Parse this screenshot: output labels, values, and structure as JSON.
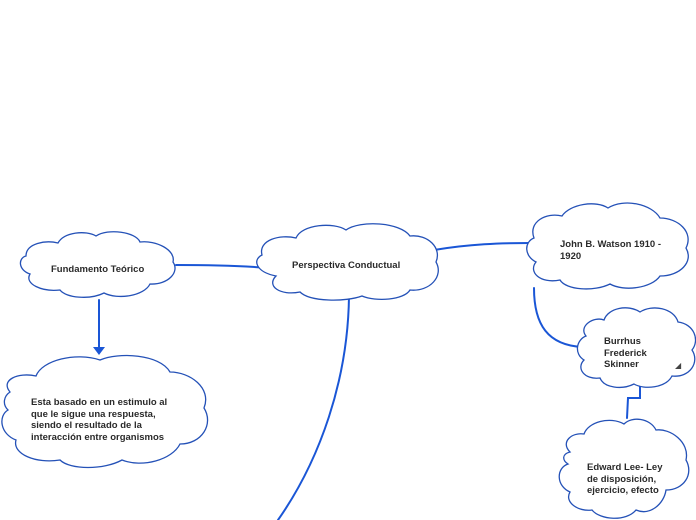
{
  "nodes": {
    "fundamento_teorico": "Fundamento Teórico",
    "perspectiva_conductual": "Perspectiva Conductual",
    "john_watson": "John B. Watson 1910 - 1920",
    "burrhus_skinner": "Burrhus Frederick Skinner",
    "edward_lee": "Edward Lee- Ley de disposición, ejercicio, efecto",
    "estimulo_respuesta": "Esta basado en un estimulo al que le sigue una respuesta, siendo el resultado de la interacción entre organismos"
  },
  "colors": {
    "connector": "#1a56d6",
    "cloud_border": "#2451b7",
    "text": "#2a2a2a"
  },
  "selected_node": "burrhus_skinner"
}
